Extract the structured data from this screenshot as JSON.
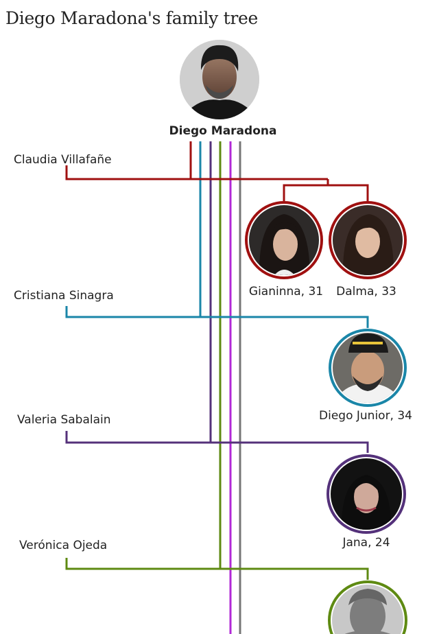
{
  "title": "Diego Maradona's family tree",
  "root": {
    "name": "Diego Maradona",
    "photo": "portrait-photo"
  },
  "partners": [
    {
      "name": "Claudia Villafañe",
      "color": "#a01010"
    },
    {
      "name": "Cristiana Sinagra",
      "color": "#1a86a8"
    },
    {
      "name": "Valeria Sabalain",
      "color": "#54317a"
    },
    {
      "name": "Verónica Ojeda",
      "color": "#5e8a12"
    }
  ],
  "children": [
    {
      "label": "Gianinna, 31",
      "parent": "Claudia Villafañe",
      "photo": "portrait-photo"
    },
    {
      "label": "Dalma, 33",
      "parent": "Claudia Villafañe",
      "photo": "portrait-photo"
    },
    {
      "label": "Diego Junior, 34",
      "parent": "Cristiana Sinagra",
      "photo": "portrait-photo"
    },
    {
      "label": "Jana, 24",
      "parent": "Valeria Sabalain",
      "photo": "portrait-photo"
    },
    {
      "label": "",
      "parent": "Verónica Ojeda",
      "photo": "placeholder-silhouette-icon"
    }
  ],
  "extra_line_colors": [
    "#b128d6",
    "#777777"
  ]
}
